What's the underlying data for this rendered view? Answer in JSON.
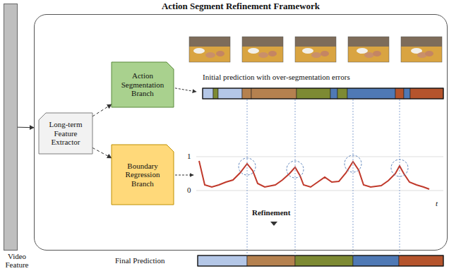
{
  "diagram": {
    "nodes": [
      {
        "text": [
          "Action Segment Refinement Framework"
        ]
      },
      {
        "text": [
          "Video Feature"
        ]
      },
      {
        "text": [
          "Long-term Feature Extractor"
        ],
        "in": 0
      },
      {
        "text": [
          "Action Segmentation Branch"
        ],
        "in": 0
      },
      {
        "text": [
          "Boundary Regression Branch"
        ],
        "in": 0
      }
    ],
    "edges": [
      {
        "from": 1,
        "to": 0,
        "arrow": "to"
      },
      {
        "from": 2,
        "to": 3,
        "arrow": "to"
      },
      {
        "from": 2,
        "to": 4,
        "arrow": "to"
      }
    ],
    "labels": [
      "Initial prediction with over-segmentation errors",
      "1",
      "0",
      "t",
      "Refinement",
      "Final Prediction"
    ]
  }
}
